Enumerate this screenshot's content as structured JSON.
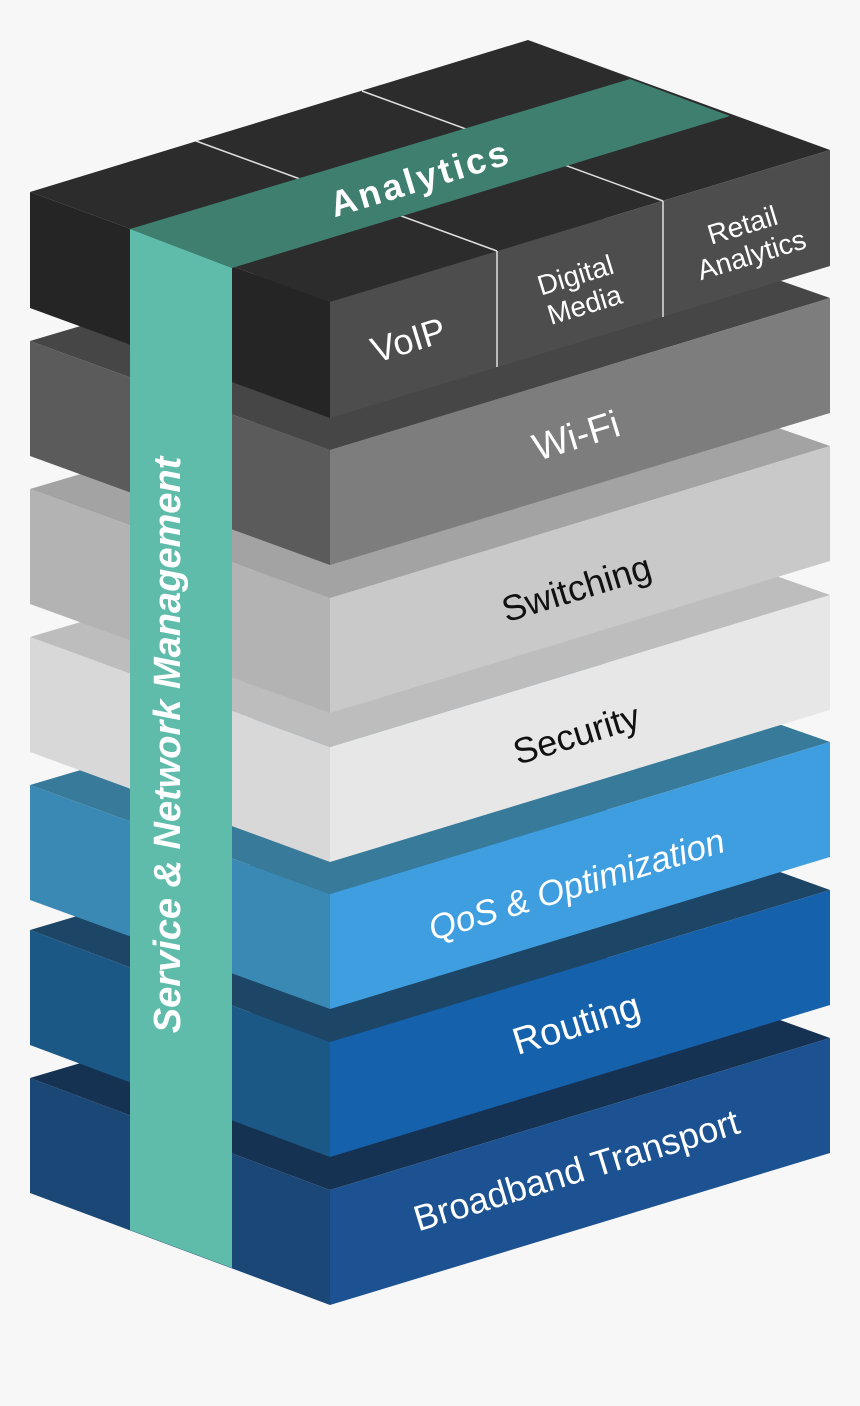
{
  "diagram": {
    "top_band": {
      "label": "Analytics"
    },
    "side_band": {
      "label": "Service & Network Management"
    },
    "applications": [
      {
        "label_lines": [
          "VoIP"
        ]
      },
      {
        "label_lines": [
          "Digital",
          "Media"
        ]
      },
      {
        "label_lines": [
          "Retail",
          "Analytics"
        ]
      }
    ],
    "layers": [
      {
        "label": "Wi-Fi",
        "text_color": "#ffffff"
      },
      {
        "label": "Switching",
        "text_color": "#111111"
      },
      {
        "label": "Security",
        "text_color": "#111111"
      },
      {
        "label": "QoS & Optimization",
        "text_color": "#ffffff"
      },
      {
        "label": "Routing",
        "text_color": "#ffffff"
      },
      {
        "label": "Broadband Transport",
        "text_color": "#ffffff"
      }
    ],
    "colors": {
      "background": "#f7f7f7",
      "analytics_band": "#3f7f70",
      "side_band": "#5fbcab",
      "wifi": "#7d7d7d",
      "switching": "#c9c9c9",
      "security": "#e7e7e7",
      "qos": "#3f9ee0",
      "routing": "#1561ac",
      "broadband": "#1c5291"
    }
  }
}
